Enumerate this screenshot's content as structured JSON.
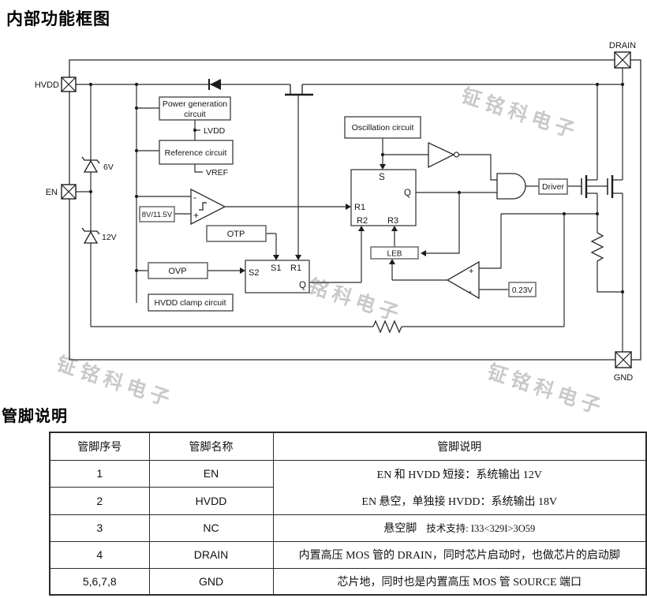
{
  "titles": {
    "diagram": "内部功能框图",
    "pins": "管脚说明"
  },
  "watermark": {
    "text": "钲铭科电子"
  },
  "diagram": {
    "pins": {
      "hvdd": "HVDD",
      "en": "EN",
      "drain": "DRAIN",
      "gnd": "GND"
    },
    "blocks": {
      "power_gen_l1": "Power generation",
      "power_gen_l2": "circuit",
      "reference": "Reference circuit",
      "oscillation": "Oscillation circuit",
      "otp": "OTP",
      "ovp": "OVP",
      "hvdd_clamp": "HVDD clamp circuit",
      "leb": "LEB",
      "driver": "Driver",
      "uvlo_ref": "8V/11.5V",
      "ocp_ref": "0.23V"
    },
    "labels": {
      "lvdd": "LVDD",
      "vref": "VREF",
      "zener_en": "6V",
      "zener_hv": "12V"
    },
    "latch1": {
      "s": "S",
      "q": "Q",
      "r1": "R1",
      "r2": "R2",
      "r3": "R3"
    },
    "latch2": {
      "s2": "S2",
      "s1": "S1",
      "r1": "R1",
      "q": "Q"
    },
    "comp1": {
      "minus": "-",
      "plus": "+"
    },
    "comp2": {
      "plus": "+",
      "minus": "-"
    }
  },
  "table": {
    "headers": [
      "管脚序号",
      "管脚名称",
      "管脚说明"
    ],
    "rows": [
      {
        "pin": "1",
        "name": "EN"
      },
      {
        "pin": "2",
        "name": "HVDD"
      },
      {
        "pin": "3",
        "name": "NC",
        "desc_main": "悬空脚",
        "desc_support": "技术支持: I33<329I>3O59"
      },
      {
        "pin": "4",
        "name": "DRAIN",
        "desc": "内置高压 MOS 管的 DRAIN，同时芯片启动时，也做芯片的启动脚"
      },
      {
        "pin": "5,6,7,8",
        "name": "GND",
        "desc": "芯片地，同时也是内置高压 MOS 管 SOURCE 端口"
      }
    ],
    "merged_desc": {
      "line1": "EN 和 HVDD 短接：系统输出 12V",
      "line2": "EN 悬空，单独接 HVDD：系统输出 18V"
    }
  }
}
